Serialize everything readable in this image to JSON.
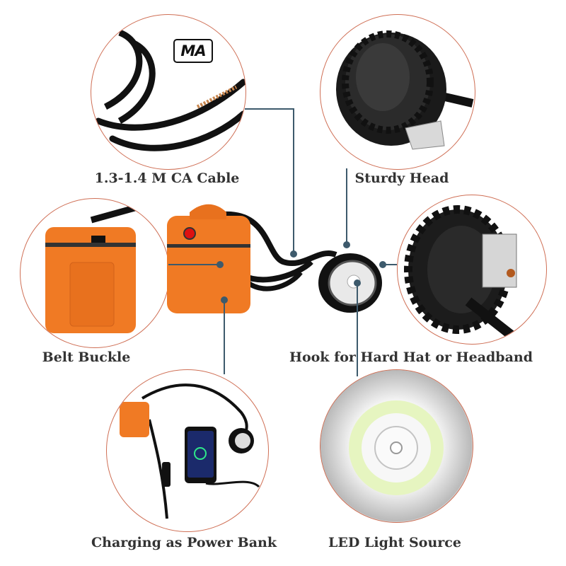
{
  "features": {
    "cable": {
      "caption": "1.3-1.4 M CA Cable",
      "logo": "MA"
    },
    "head": {
      "caption": "Sturdy Head"
    },
    "buckle": {
      "caption": "Belt Buckle"
    },
    "hook": {
      "caption": "Hook for Hard Hat or Headband"
    },
    "powerbank": {
      "caption": "Charging as Power Bank"
    },
    "led": {
      "caption": "LED Light Source"
    }
  },
  "colors": {
    "accent_orange": "#f07a24",
    "circle_border": "#cf6f55",
    "connector_line": "#3d5a6c",
    "caption_text": "#333333"
  }
}
